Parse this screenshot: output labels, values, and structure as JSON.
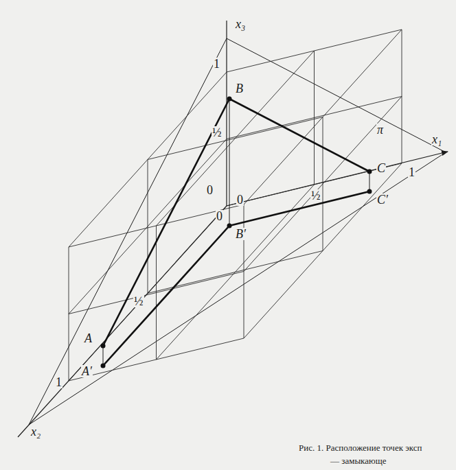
{
  "diagram": {
    "caption": "Рис. 1. Расположение точек эксп",
    "labels": [
      "x₃",
      "x₁",
      "x₂",
      "B",
      "π",
      "C",
      "C′",
      "B′",
      "A",
      "A′",
      "1",
      "½",
      "1",
      "½",
      "1",
      "½",
      "0",
      "0",
      "0",
      "— замыкающе"
    ]
  }
}
